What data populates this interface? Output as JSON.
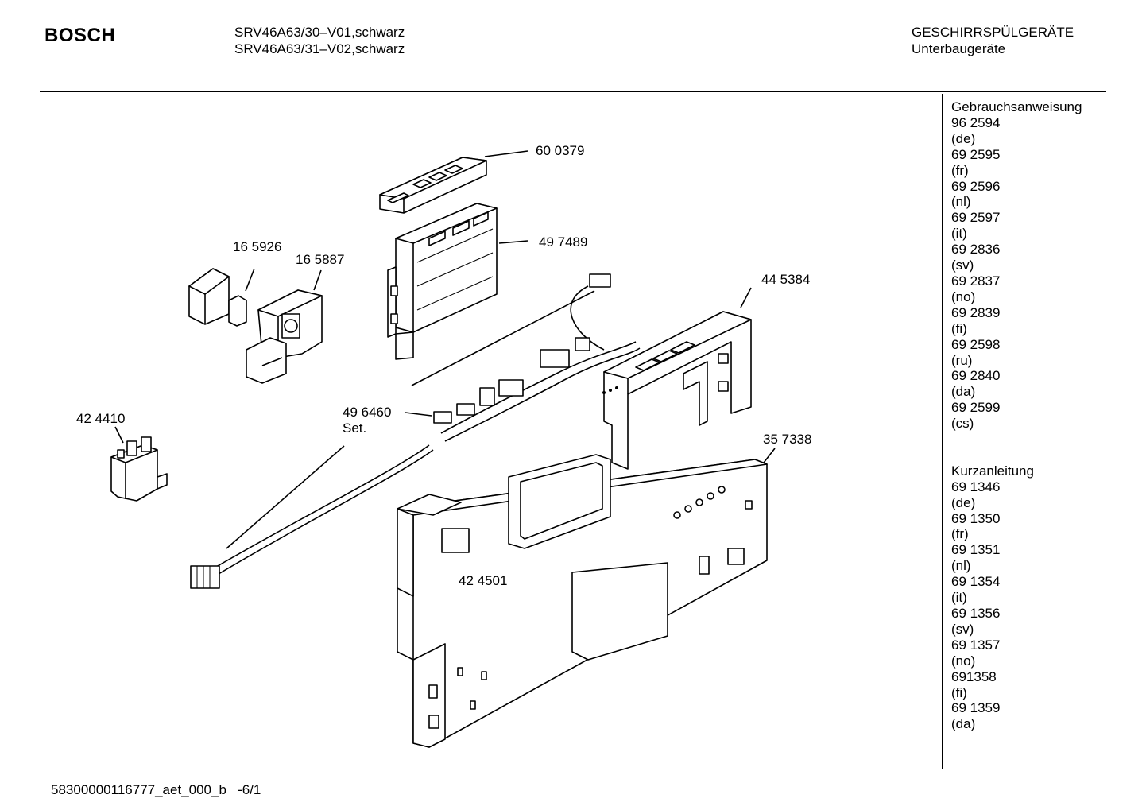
{
  "header": {
    "brand": "BOSCH",
    "models": [
      "SRV46A63/30–V01,schwarz",
      "SRV46A63/31–V02,schwarz"
    ],
    "category": "GESCHIRRSPÜLGERÄTE",
    "subcategory": "Unterbaugeräte"
  },
  "parts": {
    "control_keys": "60 0379",
    "control_module": "49 7489",
    "clip_cover": "16 5926",
    "switch_holder": "16 5887",
    "control_panel": "44 5384",
    "cable_harness": "49 6460",
    "cable_harness_note": "Set.",
    "relay_block": "42 4410",
    "inner_panel": "35 7338",
    "small_module": "42 4501"
  },
  "documentation": {
    "manual_title": "Gebrauchsanweisung",
    "manuals": [
      {
        "number": "96 2594",
        "lang": "(de)"
      },
      {
        "number": "69 2595",
        "lang": "(fr)"
      },
      {
        "number": "69 2596",
        "lang": "(nl)"
      },
      {
        "number": "69 2597",
        "lang": "(it)"
      },
      {
        "number": "69 2836",
        "lang": "(sv)"
      },
      {
        "number": "69 2837",
        "lang": "(no)"
      },
      {
        "number": "69 2839",
        "lang": "(fi)"
      },
      {
        "number": "69 2598",
        "lang": "(ru)"
      },
      {
        "number": "69 2840",
        "lang": "(da)"
      },
      {
        "number": "69 2599",
        "lang": "(cs)"
      }
    ],
    "quick_title": "Kurzanleitung",
    "quick_guides": [
      {
        "number": "69 1346",
        "lang": "(de)"
      },
      {
        "number": "69 1350",
        "lang": "(fr)"
      },
      {
        "number": "69 1351",
        "lang": "(nl)"
      },
      {
        "number": "69 1354",
        "lang": "(it)"
      },
      {
        "number": "69 1356",
        "lang": "(sv)"
      },
      {
        "number": "69 1357",
        "lang": "(no)"
      },
      {
        "number": "691358",
        "lang": "(fi)"
      },
      {
        "number": "69 1359",
        "lang": "(da)"
      }
    ]
  },
  "footer": {
    "doc_id": "58300000116777_aet_000_b",
    "page": "-6/1"
  }
}
